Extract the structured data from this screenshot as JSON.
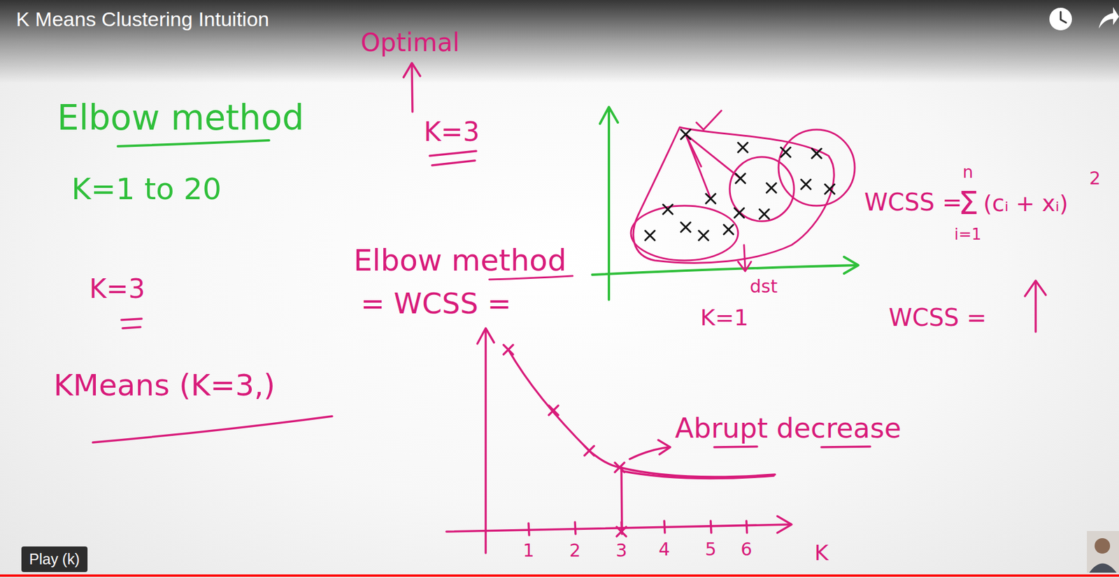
{
  "diagram": {
    "title": "K Means Clustering Intuition",
    "nodes": [
      {
        "text": [
          "Play (k)"
        ]
      }
    ],
    "labels": [
      "Optimal",
      "K=3",
      "Elbow method",
      "K=1 to 20",
      "K=3",
      "KMeans (K=3,)",
      "Elbow method",
      "= WCSS =",
      "WCSS =",
      "n",
      "Σ",
      "i=1",
      "(cᵢ + xᵢ)",
      "2",
      "dst",
      "K=1",
      "WCSS =",
      "Abrupt decrease",
      "1",
      "2",
      "3",
      "4",
      "5",
      "6",
      "K"
    ]
  }
}
